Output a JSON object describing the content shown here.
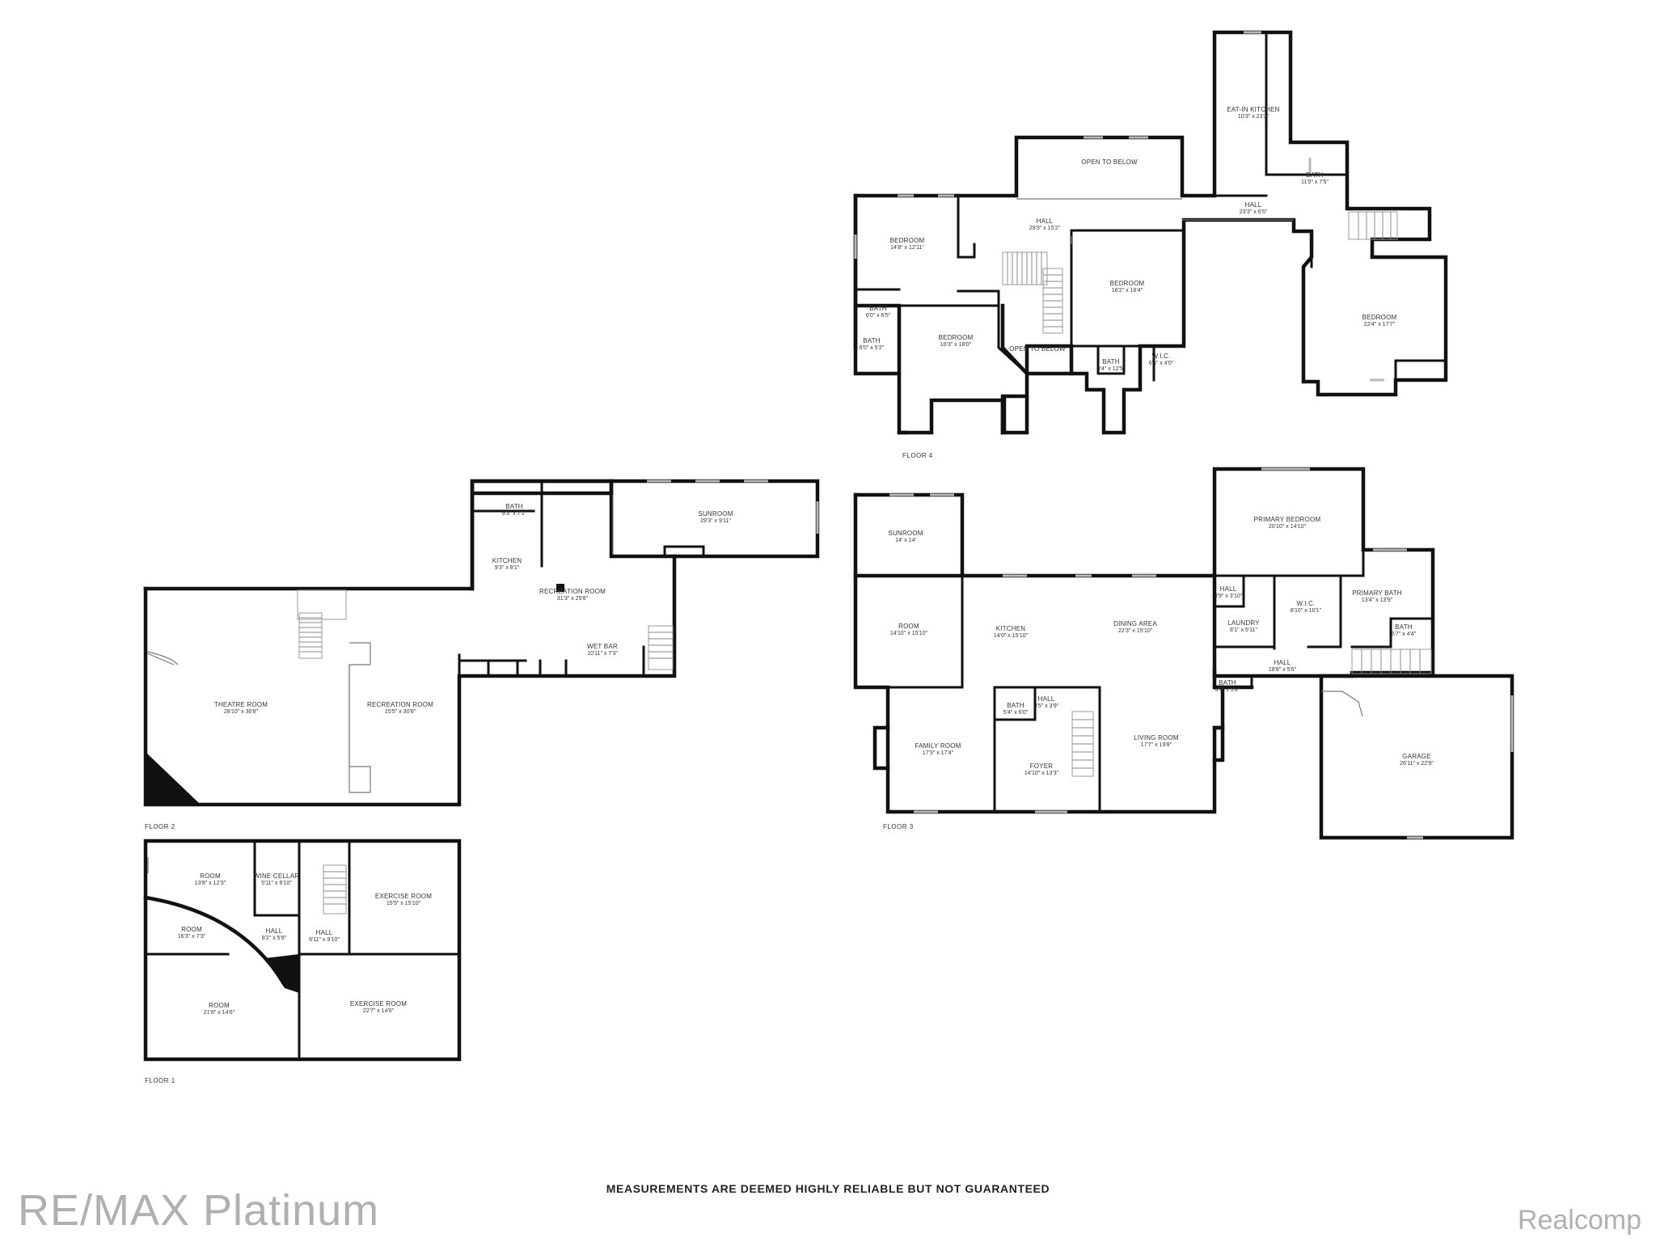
{
  "disclaimer": "MEASUREMENTS ARE DEEMED HIGHLY RELIABLE BUT NOT GUARANTEED",
  "watermarks": {
    "left": "RE/MAX Platinum",
    "right": "Realcomp"
  },
  "floors": {
    "floor1": {
      "label": "FLOOR 1",
      "rooms": [
        {
          "name": "ROOM",
          "dims": "13'8\" x 12'3\""
        },
        {
          "name": "WINE CELLAR",
          "dims": "5'11\" x 9'10\""
        },
        {
          "name": "EXERCISE ROOM",
          "dims": "15'5\" x 15'10\""
        },
        {
          "name": "ROOM",
          "dims": "16'3\" x 7'3\""
        },
        {
          "name": "HALL",
          "dims": "8'2\" x 5'8\""
        },
        {
          "name": "HALL",
          "dims": "6'11\" x 9'10\""
        },
        {
          "name": "ROOM",
          "dims": "21'8\" x 14'6\""
        },
        {
          "name": "EXERCISE ROOM",
          "dims": "22'7\" x 14'6\""
        }
      ]
    },
    "floor2": {
      "label": "FLOOR 2",
      "rooms": [
        {
          "name": "BATH",
          "dims": "9'3\" x 7'1\""
        },
        {
          "name": "SUNROOM",
          "dims": "29'3\" x 9'11\""
        },
        {
          "name": "KITCHEN",
          "dims": "9'3\" x 8'1\""
        },
        {
          "name": "RECREATION ROOM",
          "dims": "31'3\" x 25'8\""
        },
        {
          "name": "WET BAR",
          "dims": "10'11\" x 7'3\""
        },
        {
          "name": "THEATRE ROOM",
          "dims": "28'10\" x 30'8\""
        },
        {
          "name": "RECREATION ROOM",
          "dims": "15'5\" x 30'8\""
        }
      ]
    },
    "floor3": {
      "label": "FLOOR 3",
      "rooms": [
        {
          "name": "SUNROOM",
          "dims": "14' x 14'"
        },
        {
          "name": "PRIMARY BEDROOM",
          "dims": "20'10\" x 14'10\""
        },
        {
          "name": "HALL",
          "dims": "3'9\" x 3'10\""
        },
        {
          "name": "W.I.C.",
          "dims": "8'10\" x 10'1\""
        },
        {
          "name": "PRIMARY BATH",
          "dims": "13'4\" x 13'9\""
        },
        {
          "name": "ROOM",
          "dims": "14'10\" x 15'10\""
        },
        {
          "name": "KITCHEN",
          "dims": "14'0\" x 15'10\""
        },
        {
          "name": "DINING AREA",
          "dims": "22'3\" x 15'10\""
        },
        {
          "name": "LAUNDRY",
          "dims": "8'1\" x 5'11\""
        },
        {
          "name": "BATH",
          "dims": "5'7\" x 4'4\""
        },
        {
          "name": "HALL",
          "dims": "18'8\" x 5'6\""
        },
        {
          "name": "BATH",
          "dims": "4'9\" x 5'8\""
        },
        {
          "name": "BATH",
          "dims": "5'4\" x 6'0\""
        },
        {
          "name": "HALL",
          "dims": "3'5\" x 3'9\""
        },
        {
          "name": "FAMILY ROOM",
          "dims": "17'3\" x 17'4\""
        },
        {
          "name": "FOYER",
          "dims": "14'10\" x 13'3\""
        },
        {
          "name": "LIVING ROOM",
          "dims": "17'7\" x 19'8\""
        },
        {
          "name": "GARAGE",
          "dims": "26'11\" x 22'9\""
        }
      ]
    },
    "floor4": {
      "label": "FLOOR 4",
      "rooms": [
        {
          "name": "EAT-IN KITCHEN",
          "dims": "10'3\" x 23'3\""
        },
        {
          "name": "OPEN TO BELOW",
          "dims": ""
        },
        {
          "name": "BATH",
          "dims": "11'0\" x 7'5\""
        },
        {
          "name": "HALL",
          "dims": "29'3\" x 15'2\""
        },
        {
          "name": "HALL",
          "dims": "23'3\" x 6'5\""
        },
        {
          "name": "BEDROOM",
          "dims": "14'8\" x 12'11\""
        },
        {
          "name": "BEDROOM",
          "dims": "16'2\" x 16'4\""
        },
        {
          "name": "BEDROOM",
          "dims": "22'4\" x 17'7\""
        },
        {
          "name": "BATH",
          "dims": "6'0\" x 6'5\""
        },
        {
          "name": "BATH",
          "dims": "6'0\" x 5'2\""
        },
        {
          "name": "BEDROOM",
          "dims": "16'3\" x 18'0\""
        },
        {
          "name": "OPEN TO BELOW",
          "dims": ""
        },
        {
          "name": "BATH",
          "dims": "9'4\" x 12'5\""
        },
        {
          "name": "W.I.C.",
          "dims": "6'5\" x 4'0\""
        }
      ]
    }
  }
}
